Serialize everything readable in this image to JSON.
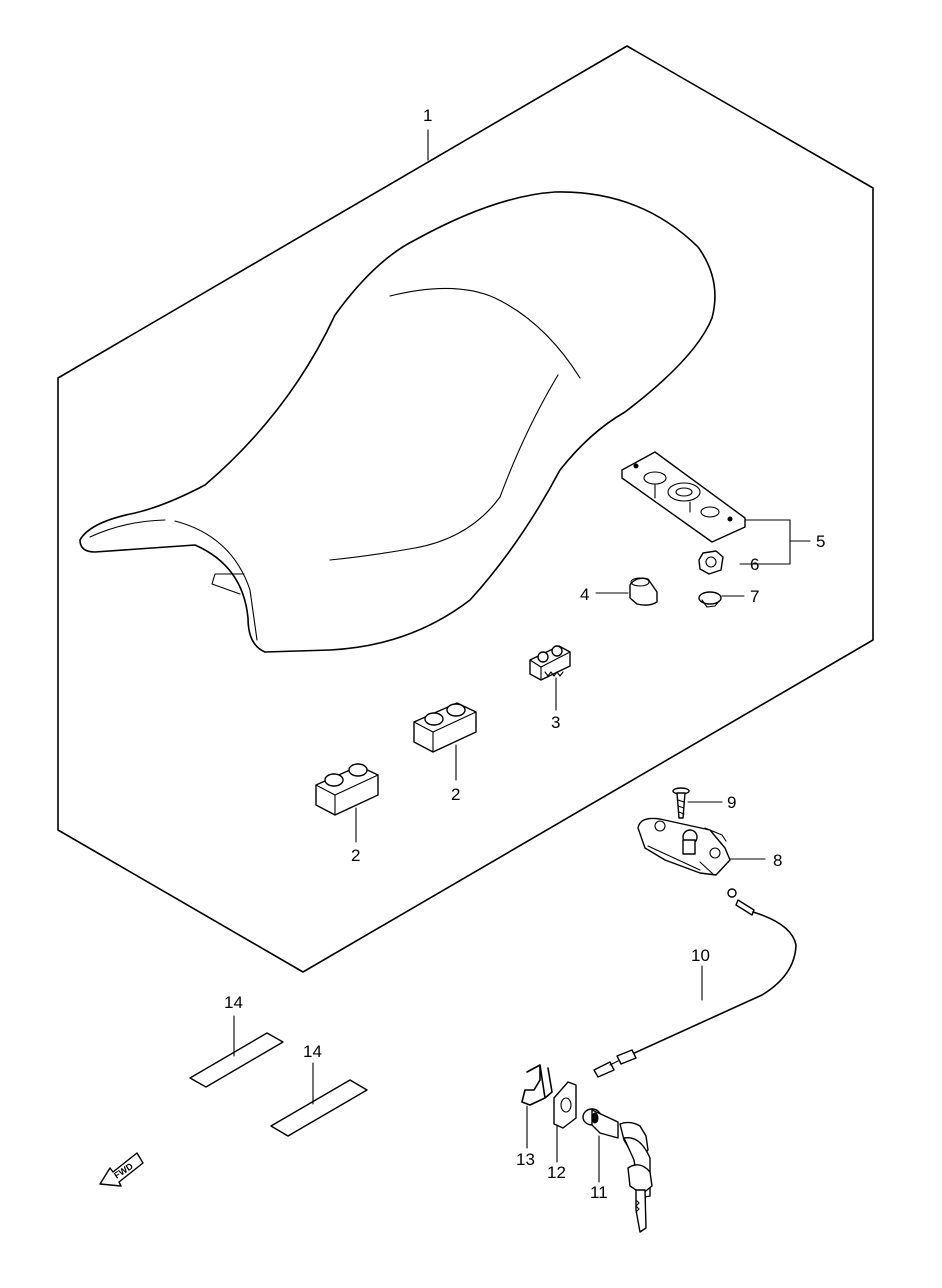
{
  "callouts": {
    "c1": "1",
    "c2a": "2",
    "c2b": "2",
    "c3": "3",
    "c4": "4",
    "c5": "5",
    "c6": "6",
    "c7": "7",
    "c8": "8",
    "c9": "9",
    "c10": "10",
    "c11": "11",
    "c12": "12",
    "c13": "13",
    "c14a": "14",
    "c14b": "14"
  },
  "direction_badge": {
    "text": "FWD",
    "icon": "arrow-left-icon"
  },
  "line_color": "#000000",
  "background_color": "#ffffff"
}
